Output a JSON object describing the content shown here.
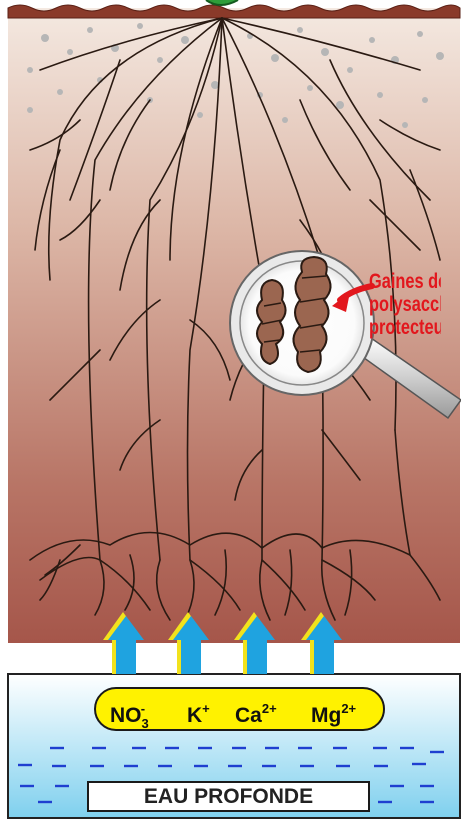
{
  "annotation": {
    "lines": [
      "Gaines de",
      "polysaccharides",
      "protecteurs"
    ]
  },
  "ions": {
    "no3": {
      "base": "NO",
      "sub": "3",
      "sup": "-"
    },
    "k": {
      "base": "K",
      "sup": "+"
    },
    "ca": {
      "base": "Ca",
      "sup": "2+"
    },
    "mg": {
      "base": "Mg",
      "sup": "2+"
    }
  },
  "water": {
    "label": "EAU PROFONDE"
  },
  "colors": {
    "soil_top": "#f2e4db",
    "soil_bottom": "#a8584a",
    "root": "#2a1a12",
    "arrow_blue": "#1fa3e0",
    "arrow_yellow": "#f2e21c",
    "ion_pill": "#fff200",
    "water_top": "#ffffff",
    "water_bottom": "#7fd0ee",
    "annotation_red": "#e2171d",
    "sheath": "#9b6650"
  }
}
